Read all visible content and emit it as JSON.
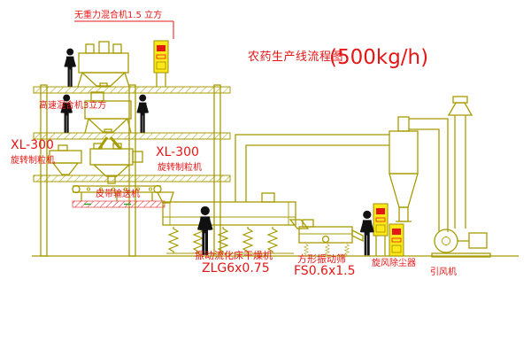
{
  "title": {
    "text": "农药生产线流程图",
    "capacity": "(500kg/h)"
  },
  "labels": {
    "mixer_top": "无重力混合机1.5 立方",
    "mixer_high_speed": "高速混合机3立方",
    "granulator_left_model": "XL-300",
    "granulator_left_name": "旋转制粒机",
    "granulator_mid_model": "XL-300",
    "granulator_mid_name": "旋转制粒机",
    "belt_conveyor": "皮带输送机",
    "dryer_name": "振动流化床干燥机",
    "dryer_model": "ZLG6x0.75",
    "screen_name": "方形振动筛",
    "screen_model": "FS0.6x1.5",
    "cyclone_dust_collector": "旋风除尘器",
    "induced_draft_fan": "引风机"
  },
  "colors": {
    "machine_line": "#a69b00",
    "label_red": "#e51616",
    "panel_fill": "#ffe81a",
    "figure_black": "#111111",
    "background": "#ffffff"
  }
}
